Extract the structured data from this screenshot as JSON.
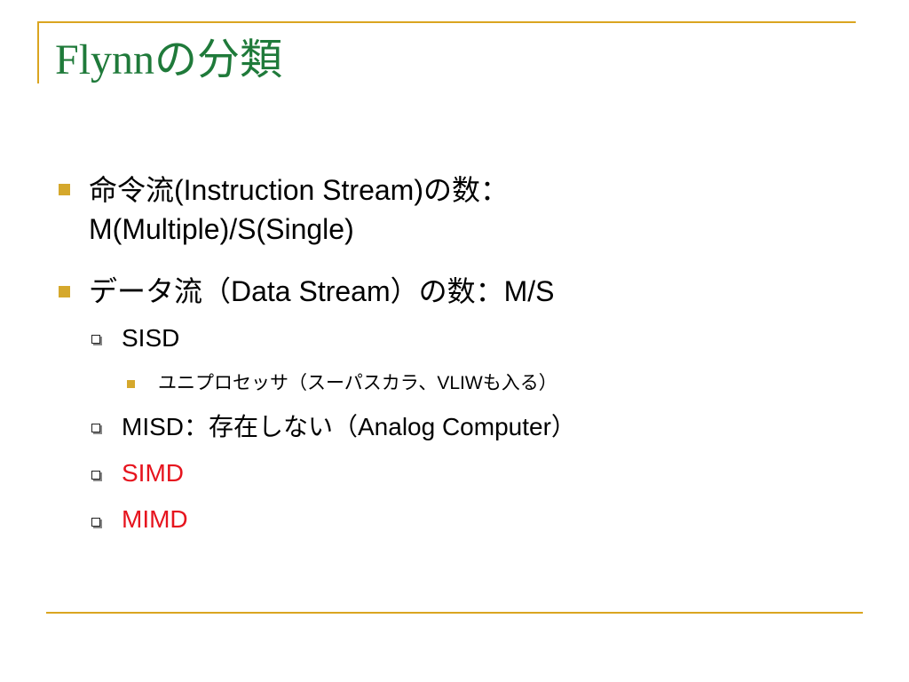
{
  "slide": {
    "title": "Flynnの分類",
    "items": [
      {
        "level": 1,
        "text_line1": "命令流(Instruction Stream)の数：",
        "text_line2": "M(Multiple)/S(Single)"
      },
      {
        "level": 1,
        "text": "データ流（Data Stream）の数：M/S"
      },
      {
        "level": 2,
        "text": "SISD"
      },
      {
        "level": 3,
        "text": "ユニプロセッサ（スーパスカラ、VLIWも入る）"
      },
      {
        "level": 2,
        "text": "MISD：存在しない（Analog Computer）"
      },
      {
        "level": 2,
        "text": "SIMD",
        "color": "#e6141e"
      },
      {
        "level": 2,
        "text": "MIMD",
        "color": "#e6141e"
      }
    ]
  },
  "colors": {
    "title": "#1f7a3a",
    "accent": "#daa520",
    "bullet": "#d5a82c",
    "highlight": "#e6141e"
  },
  "icons": {
    "level1_bullet": "filled-square-icon",
    "level2_bullet": "hollow-square-icon",
    "level3_bullet": "filled-square-icon"
  }
}
